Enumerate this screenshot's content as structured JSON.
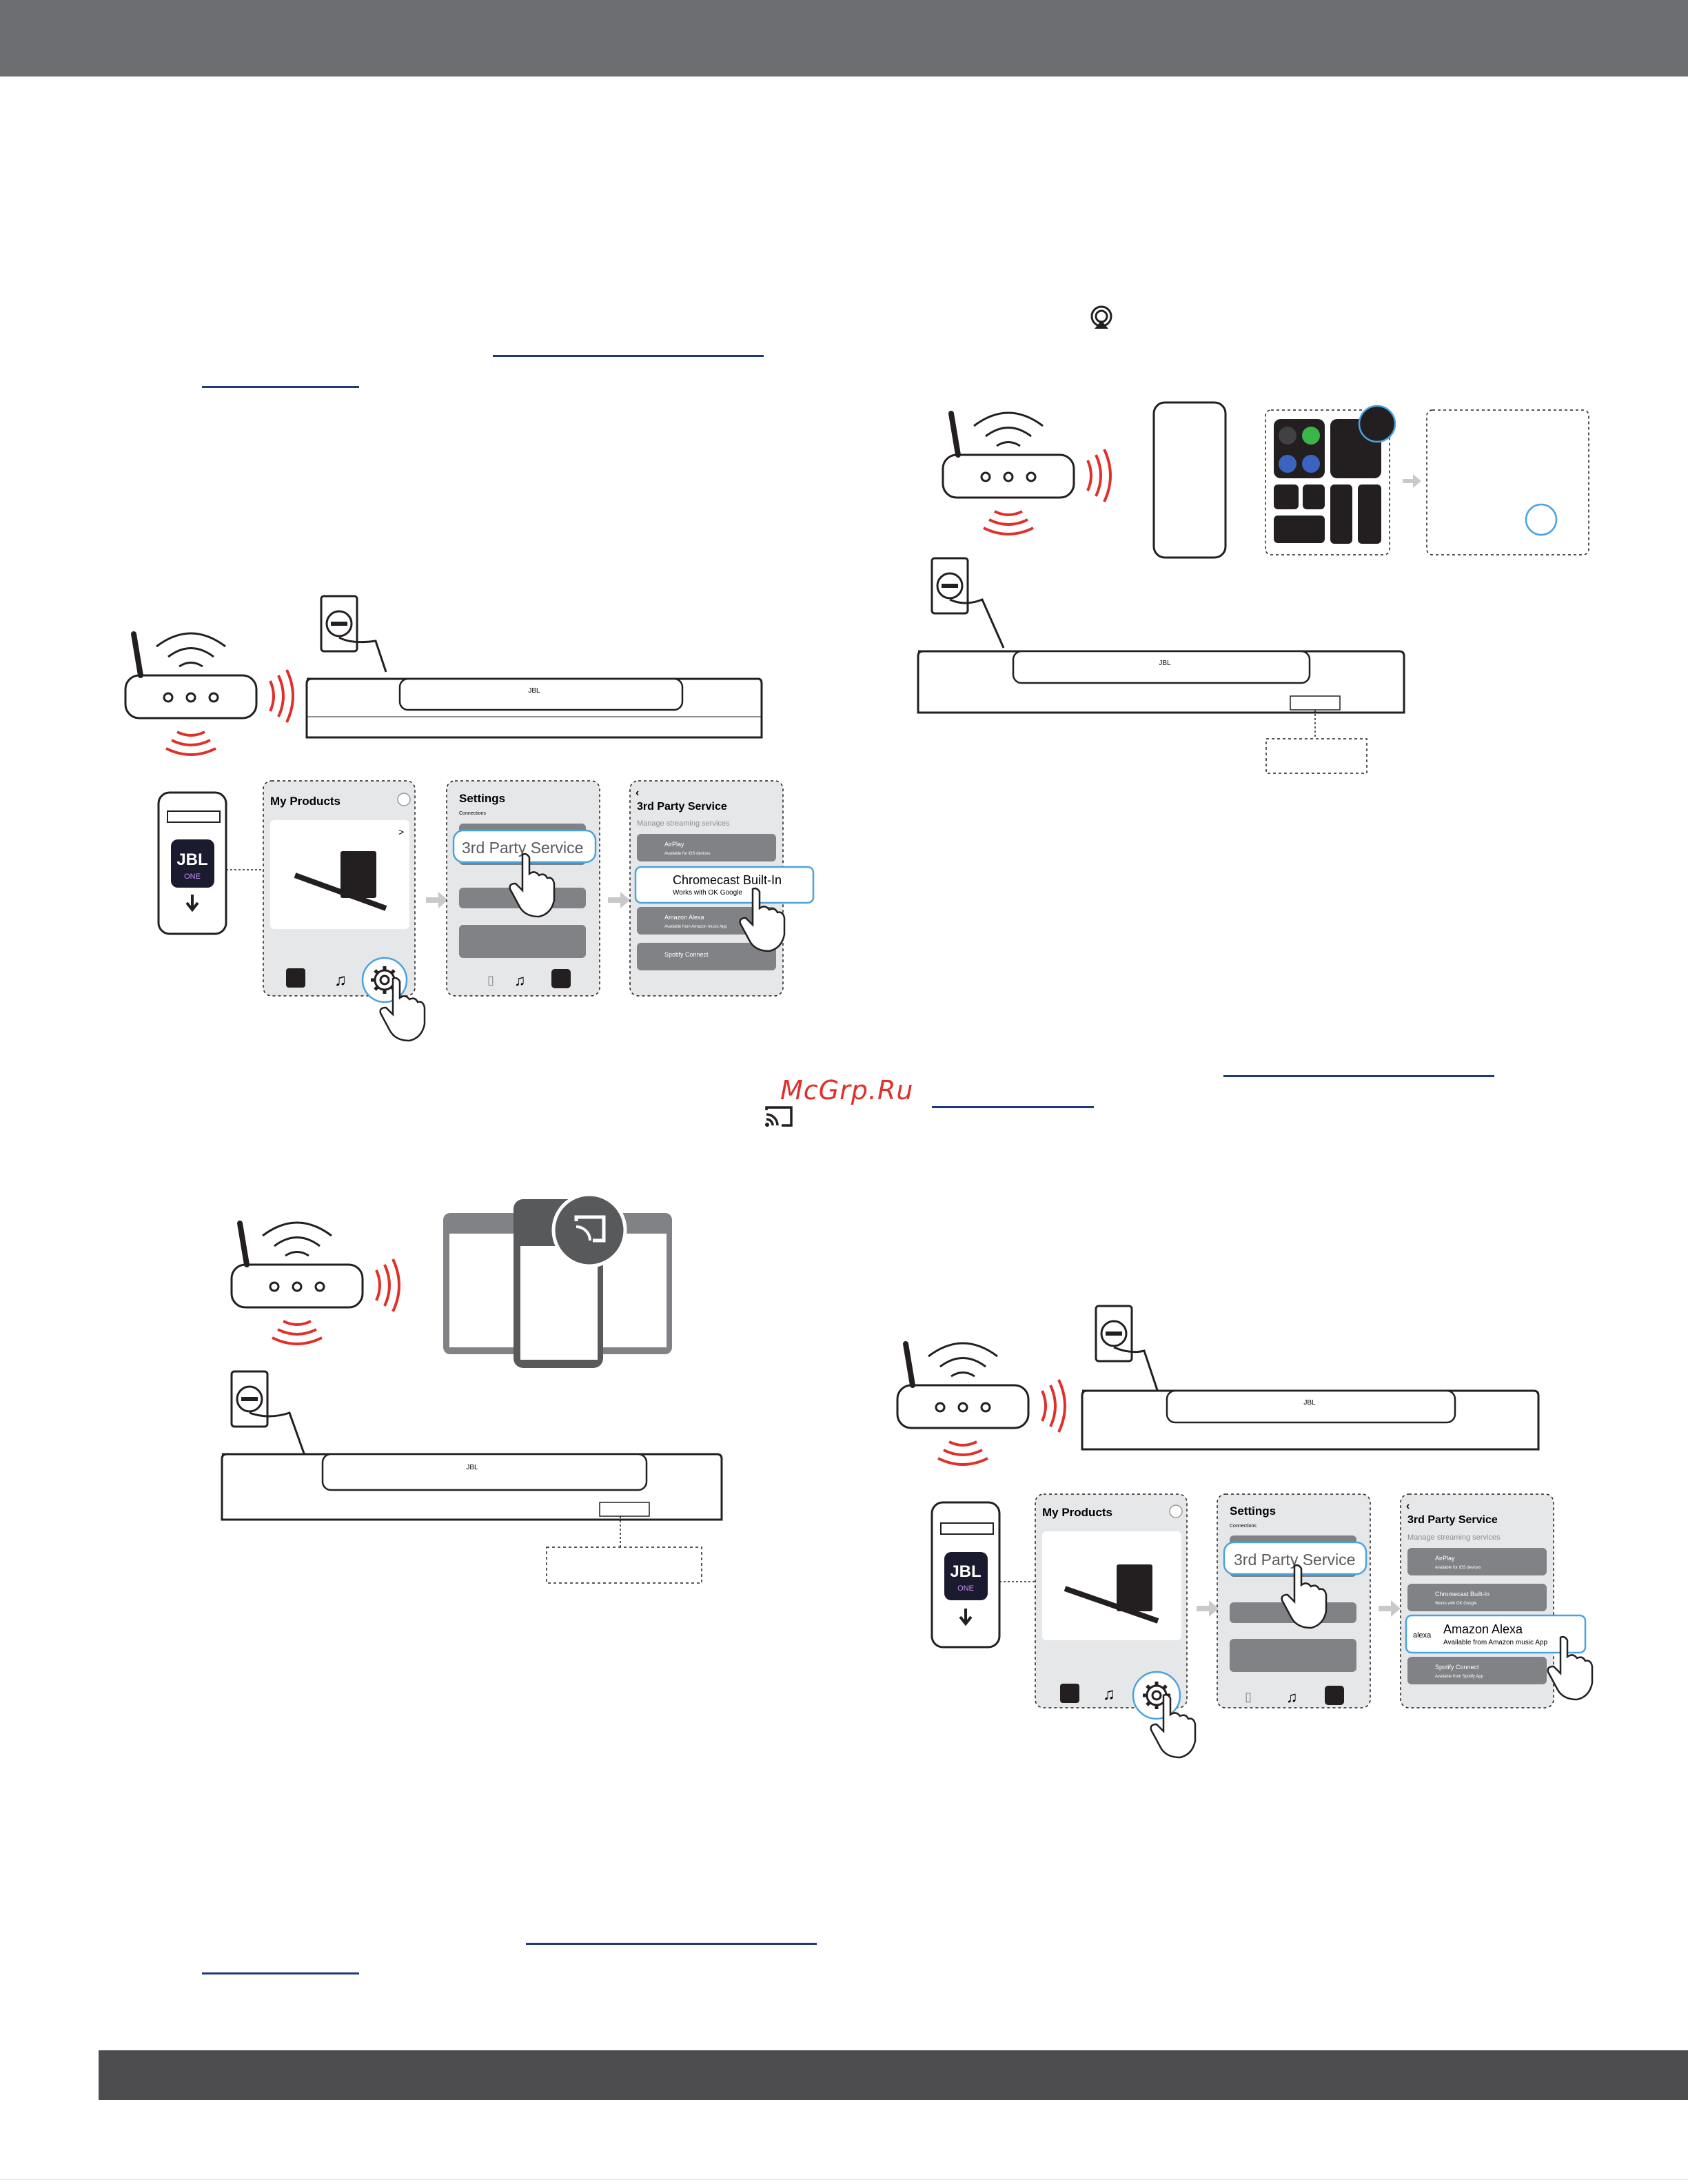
{
  "watermark": "McGrp.Ru",
  "icons": [
    "airplay-icon",
    "chromecast-icon",
    "alexa-icon",
    "spotify-icon",
    "gear-icon",
    "music-note-icon",
    "speaker-icon",
    "search-icon",
    "download-arrow-icon",
    "hand-pointer-icon",
    "wifi-signal-icon",
    "power-plug-icon"
  ],
  "colors": {
    "header_bar": "#6d6e71",
    "footer_bar": "#4d4d4f",
    "accent_blue": "#4aa3df",
    "signal_red": "#e0302b",
    "panel_grey": "#e6e7e8",
    "link_blue": "#1f3a7a"
  },
  "soundbar": {
    "logo": "JBL"
  },
  "app": {
    "logo_main": "JBL",
    "logo_sub": "ONE",
    "my_products_title": "My Products",
    "settings_title": "Settings",
    "connections_label": "Connections",
    "third_party_button": "3rd Party Service",
    "third_party_title": "3rd Party Service",
    "manage_label": "Manage streaming services",
    "services": [
      {
        "name": "AirPlay",
        "desc": "Available for iOS devices"
      },
      {
        "name": "Chromecast Built-In",
        "desc": "Works with OK Google"
      },
      {
        "name": "Amazon Alexa",
        "desc": "Available from Amazon music App"
      },
      {
        "name": "Spotify Connect",
        "desc": "Available from Spotify App"
      }
    ],
    "alexa_small_logo": "alexa",
    "chevron": ">"
  }
}
